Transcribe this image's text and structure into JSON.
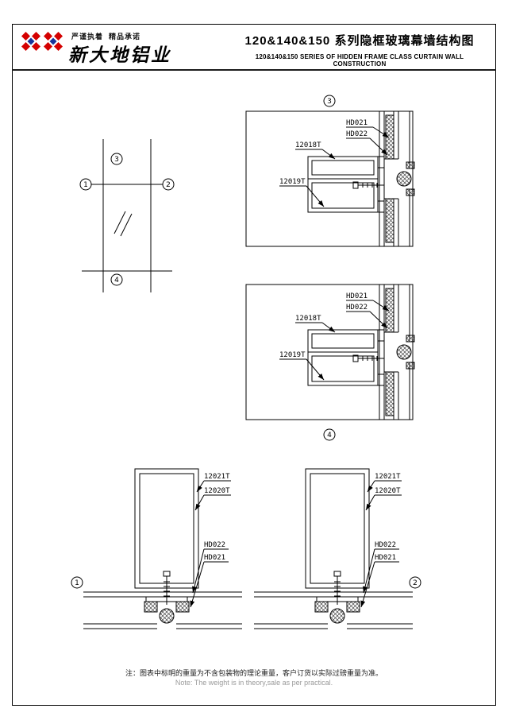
{
  "header": {
    "slogan": "严谨执着  精品承诺",
    "company": "新大地铝业",
    "title_cn": "120&140&150 系列隐框玻璃幕墙结构图",
    "title_en": "120&140&150 SERIES OF HIDDEN FRAME CLASS CURTAIN WALL CONSTRUCTION"
  },
  "colors": {
    "logo_red": "#d40000",
    "logo_blue": "#16339b",
    "line_black": "#000000"
  },
  "drawing": {
    "elevation": {
      "marker_top": "3",
      "marker_left": "1",
      "marker_right": "2",
      "marker_bottom": "4"
    },
    "vertical_sections": [
      {
        "marker": "3",
        "labels": {
          "profile_top": "12018T",
          "profile_bottom": "12019T",
          "part1": "HD021",
          "part2": "HD022"
        }
      },
      {
        "marker": "4",
        "labels": {
          "profile_top": "12018T",
          "profile_bottom": "12019T",
          "part1": "HD021",
          "part2": "HD022"
        }
      }
    ],
    "horizontal_sections": [
      {
        "marker": "1",
        "labels": {
          "profile_outer": "12021T",
          "profile_inner": "12020T",
          "part1": "HD022",
          "part2": "HD021"
        }
      },
      {
        "marker": "2",
        "labels": {
          "profile_outer": "12021T",
          "profile_inner": "12020T",
          "part1": "HD022",
          "part2": "HD021"
        }
      }
    ]
  },
  "footer": {
    "note_cn": "注：图表中标明的重量为不含包装物的理论重量，客户订货以实际过磅重量为准。",
    "note_en": "Note: The weight is in theory,sale as per practical."
  }
}
